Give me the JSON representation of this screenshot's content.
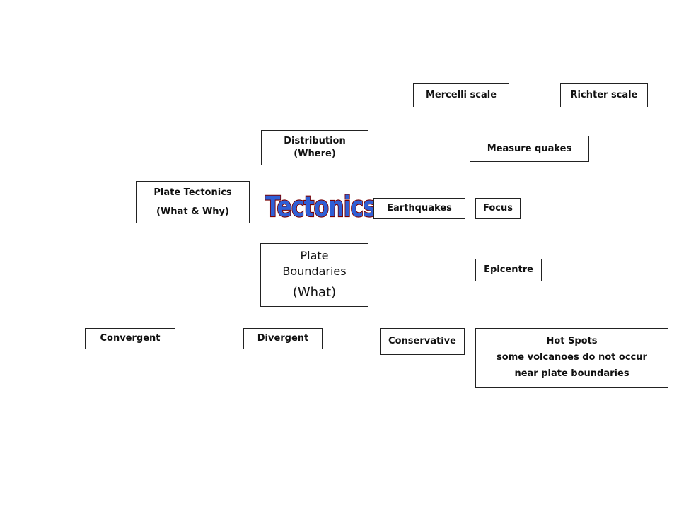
{
  "title": "Tectonics",
  "nodes": {
    "mercelli": "Mercelli scale",
    "richter": "Richter scale",
    "distribution_line1": "Distribution",
    "distribution_line2": "(Where)",
    "measure": "Measure quakes",
    "plate_tectonics_line1": "Plate Tectonics",
    "plate_tectonics_line2": "(What & Why)",
    "earthquakes": "Earthquakes",
    "focus": "Focus",
    "plate_boundaries_line1": "Plate",
    "plate_boundaries_line2": "Boundaries",
    "plate_boundaries_line3": "(What)",
    "epicentre": "Epicentre",
    "convergent": "Convergent",
    "divergent": "Divergent",
    "conservative": "Conservative",
    "hot_spots_line1": "Hot Spots",
    "hot_spots_line2": "some volcanoes do not occur",
    "hot_spots_line3": "near plate boundaries"
  },
  "colors": {
    "title_fill": "#2f5fd6",
    "title_outline": "#7a0000",
    "border": "#222222"
  }
}
